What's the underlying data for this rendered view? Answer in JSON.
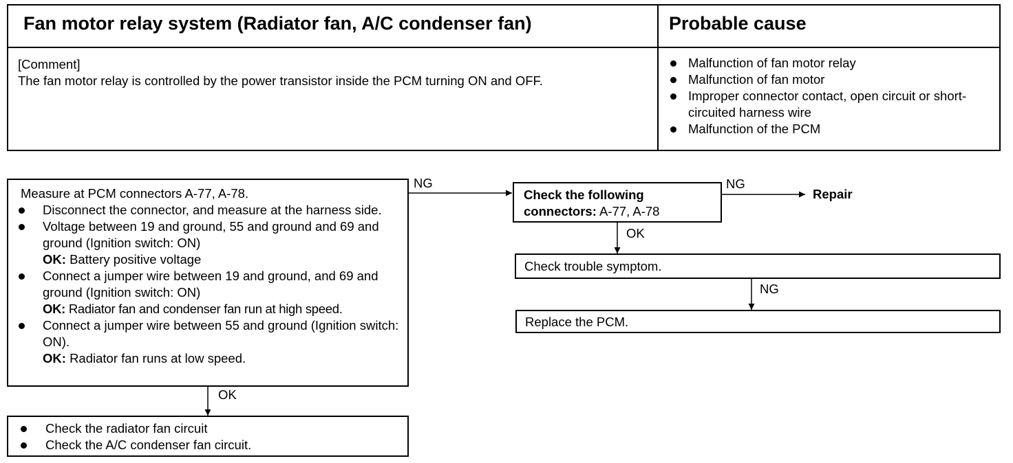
{
  "header": {
    "system_title": "Fan motor relay system (Radiator fan, A/C condenser fan)",
    "cause_title": "Probable cause",
    "comment_label": "[Comment]",
    "comment_text": "The fan motor relay is controlled by the power transistor inside the PCM turning ON and OFF.",
    "causes": [
      "Malfunction of fan motor relay",
      "Malfunction of fan motor",
      "Improper connector contact, open circuit or short-circuited harness wire",
      "Malfunction of the PCM"
    ]
  },
  "flow": {
    "measure": {
      "title": "Measure at PCM connectors A-77, A-78.",
      "b1": "Disconnect the connector, and measure at the harness side.",
      "b2": "Voltage between 19 and ground, 55 and ground and 69 and ground (Ignition switch: ON)",
      "b2_ok_label": "OK:",
      "b2_ok_text": "Battery positive voltage",
      "b3": "Connect a jumper wire between 19 and ground, and 69 and ground (Ignition switch: ON)",
      "b3_ok_label": "OK:",
      "b3_ok_text": "Radiator fan and condenser fan run at high speed.",
      "b4": "Connect a jumper wire between 55 and ground (Ignition switch: ON).",
      "b4_ok_label": "OK:",
      "b4_ok_text": "Radiator fan runs at low speed."
    },
    "circuits": [
      "Check the radiator fan circuit",
      "Check the A/C condenser fan circuit."
    ],
    "check_connectors": {
      "bold_text": "Check the following connectors:",
      "normal_text": "A-77, A-78"
    },
    "repair": "Repair",
    "trouble": "Check trouble symptom.",
    "replace": "Replace the PCM.",
    "labels": {
      "ng1": "NG",
      "ng2": "NG",
      "ng3": "NG",
      "ok1": "OK",
      "ok2": "OK"
    }
  }
}
